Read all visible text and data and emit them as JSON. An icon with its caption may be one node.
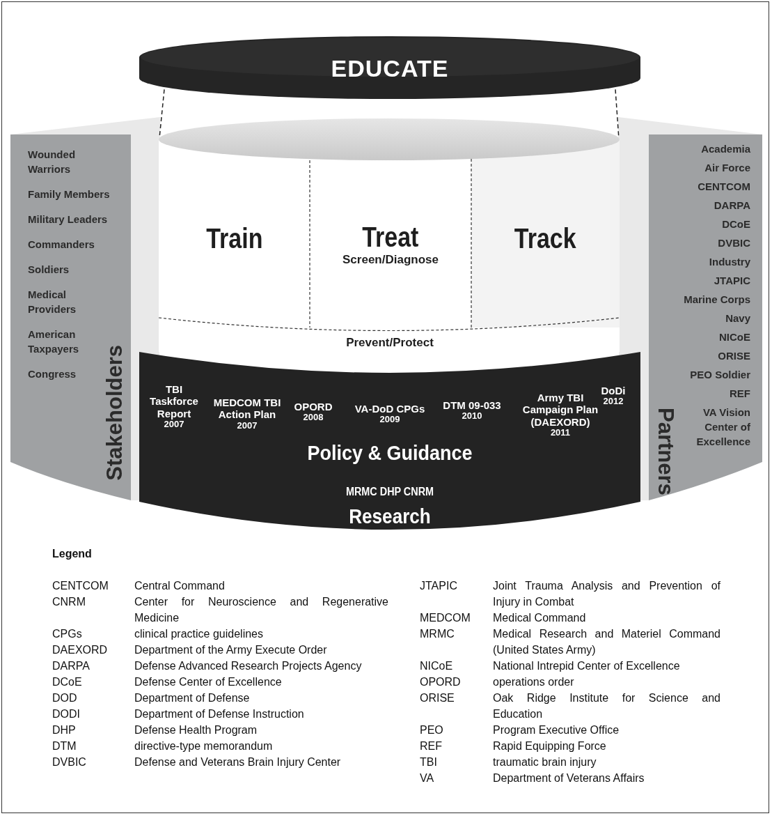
{
  "diagram": {
    "nodes": [
      {
        "text": [
          "EDUCATE"
        ]
      },
      {
        "text": [
          "Stakeholders",
          "Wounded Warriors",
          "Family Members",
          "Military Leaders",
          "Commanders",
          "Soldiers",
          "Medical Providers",
          "American Taxpayers",
          "Congress"
        ]
      },
      {
        "text": [],
        "shape": "cylinder"
      },
      {
        "text": [
          "Train"
        ],
        "in": 2
      },
      {
        "text": [
          "Treat",
          "Screen/Diagnose"
        ],
        "in": 2
      },
      {
        "text": [
          "Track"
        ],
        "in": 2
      },
      {
        "text": [
          "Prevent/Protect"
        ],
        "in": 2
      },
      {
        "text": [
          "Policy & Guidance",
          "MRMC DHP CNRM",
          "Research"
        ]
      },
      {
        "text": [
          "TBI Taskforce Report",
          "2007"
        ],
        "in": 7
      },
      {
        "text": [
          "MEDCOM TBI Action Plan",
          "2007"
        ],
        "in": 7
      },
      {
        "text": [
          "OPORD",
          "2008"
        ],
        "in": 7
      },
      {
        "text": [
          "VA-DoD CPGs",
          "2009"
        ],
        "in": 7
      },
      {
        "text": [
          "DTM 09-033",
          "2010"
        ],
        "in": 7
      },
      {
        "text": [
          "Army TBI Campaign Plan (DAEXORD)",
          "2011"
        ],
        "in": 7
      },
      {
        "text": [
          "DoDi",
          "2012"
        ],
        "in": 7
      },
      {
        "text": [
          "Partners",
          "Academia",
          "Air Force",
          "CENTCOM",
          "DARPA",
          "DCoE",
          "DVBIC",
          "Industry",
          "JTAPIC",
          "Marine Corps",
          "Navy",
          "NICoE",
          "ORISE",
          "PEO Soldier",
          "REF",
          "VA Vision Center of Excellence"
        ]
      }
    ],
    "edges": [
      {
        "from": 0,
        "to": 2,
        "arrow": "none",
        "style": "dashed"
      },
      {
        "from": 0,
        "to": 2,
        "arrow": "none",
        "style": "dashed"
      }
    ],
    "labels": [
      "Legend",
      "CENTCOM",
      "Central Command",
      "CNRM",
      "Center for Neuroscience and Regenerative Medicine",
      "CPGs",
      "clinical practice guidelines",
      "DAEXORD",
      "Department of the Army Execute Order",
      "DARPA",
      "Defense Advanced Research Projects Agency",
      "DCoE",
      "Defense Center of Excellence",
      "DOD",
      "Department of Defense",
      "DODI",
      "Department of Defense Instruction",
      "DHP",
      "Defense Health Program",
      "DTM",
      "directive-type memorandum",
      "DVBIC",
      "Defense and Veterans Brain Injury Center",
      "JTAPIC",
      "Joint Trauma Analysis and Prevention of Injury in Combat",
      "MEDCOM",
      "Medical Command",
      "MRMC",
      "Medical Research and Materiel Command (United States Army)",
      "NICoE",
      "National Intrepid Center of Excellence",
      "OPORD",
      "operations order",
      "ORISE",
      "Oak Ridge Institute for Science and Education",
      "PEO",
      "Program Executive Office",
      "REF",
      "Rapid Equipping Force",
      "TBI",
      "traumatic brain injury",
      "VA",
      "Department of Veterans Affairs"
    ]
  }
}
